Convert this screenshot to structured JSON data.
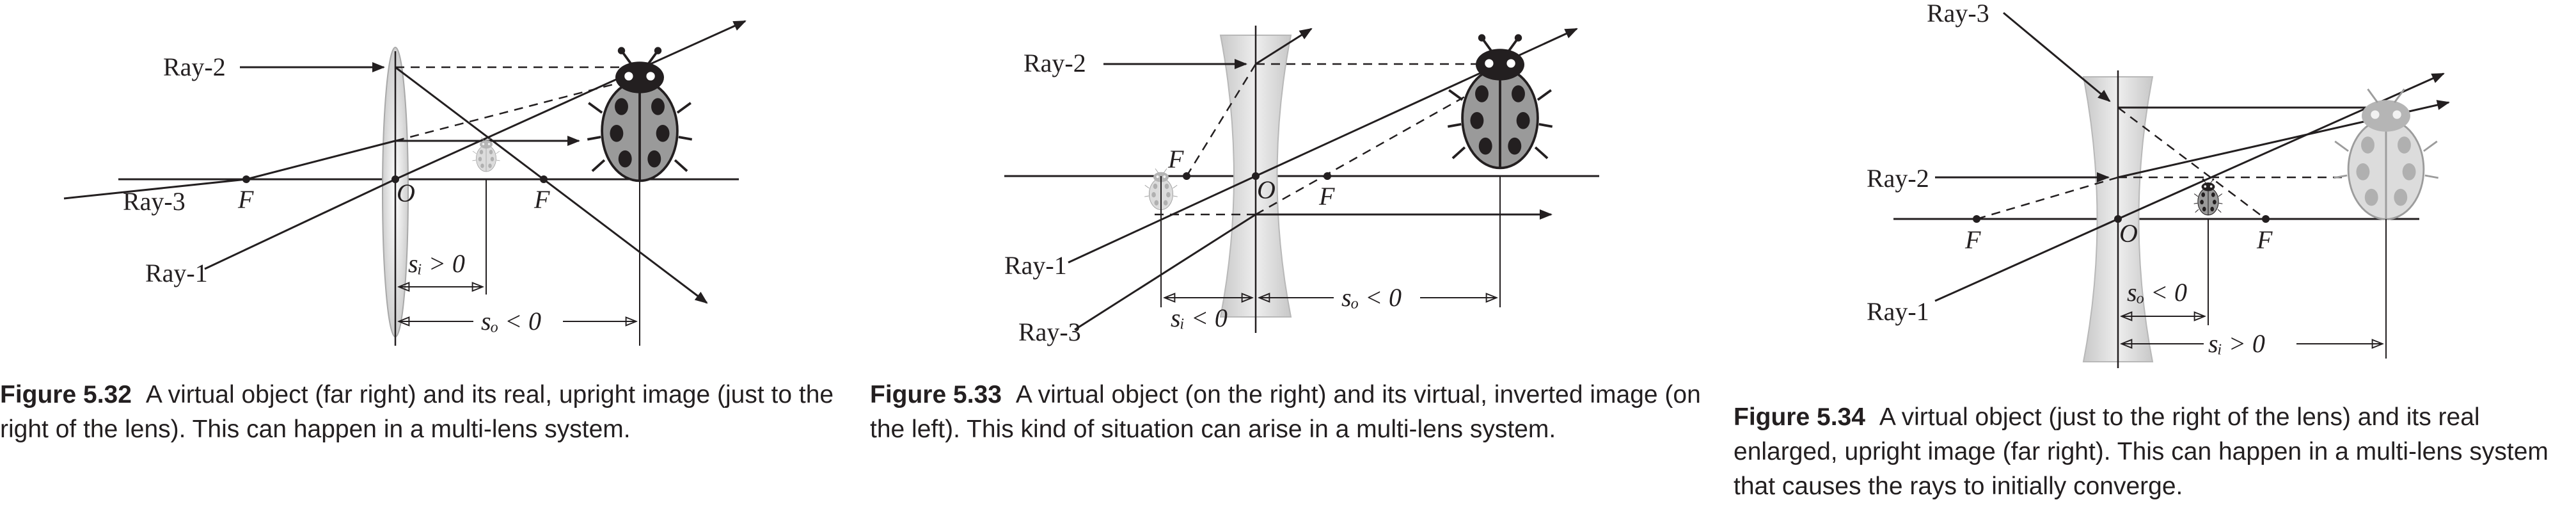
{
  "figures": [
    {
      "ray_labels": [
        "Ray-2",
        "Ray-3",
        "Ray-1"
      ],
      "point_labels": [
        "F",
        "O",
        "F"
      ],
      "dim_image": "sᵢ > 0",
      "dim_object": "sₒ < 0",
      "fig_label": "Figure 5.32",
      "caption": "A virtual object (far right) and its real, upright image (just to the right of the lens). This can happen in a multi-lens system."
    },
    {
      "ray_labels": [
        "Ray-2",
        "Ray-1",
        "Ray-3"
      ],
      "point_labels": [
        "F",
        "O",
        "F"
      ],
      "dim_image": "sᵢ < 0",
      "dim_object": "sₒ < 0",
      "fig_label": "Figure 5.33",
      "caption": "A virtual object (on the right) and its virtual, inverted image (on the left). This kind of situation can arise in a multi-lens system."
    },
    {
      "ray_labels": [
        "Ray-3",
        "Ray-2",
        "Ray-1"
      ],
      "point_labels": [
        "F",
        "O",
        "F"
      ],
      "dim_object": "sₒ < 0",
      "dim_image": "sᵢ > 0",
      "fig_label": "Figure 5.34",
      "caption": "A virtual object (just to the right of the lens) and its real enlarged, upright image (far right). This can happen in a multi-lens system that causes the rays to initially converge."
    }
  ],
  "colors": {
    "ink": "#231f20",
    "lens": "#d9d9d9",
    "bug_dark": "#9a9a9a",
    "bug_light": "#d8d8d8"
  },
  "icons": [
    "ladybug-object",
    "ladybug-image"
  ]
}
